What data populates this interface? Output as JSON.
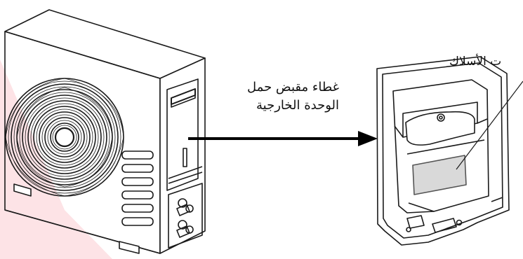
{
  "labels": {
    "cover_line1": "غطاء مقبض حمل",
    "cover_line2": "الوحدة الخارجية",
    "wiring_partial": "ت الأسلاك"
  },
  "colors": {
    "line": "#1a1a1a",
    "highlight_pink": "#fde3e6",
    "wiring_panel_fill": "#d9d9d9",
    "arrow": "#000000"
  },
  "icons": {
    "outdoor_unit": "outdoor-ac-unit-illustration",
    "cover": "handle-cover-illustration",
    "arrow": "right-arrow-icon"
  }
}
